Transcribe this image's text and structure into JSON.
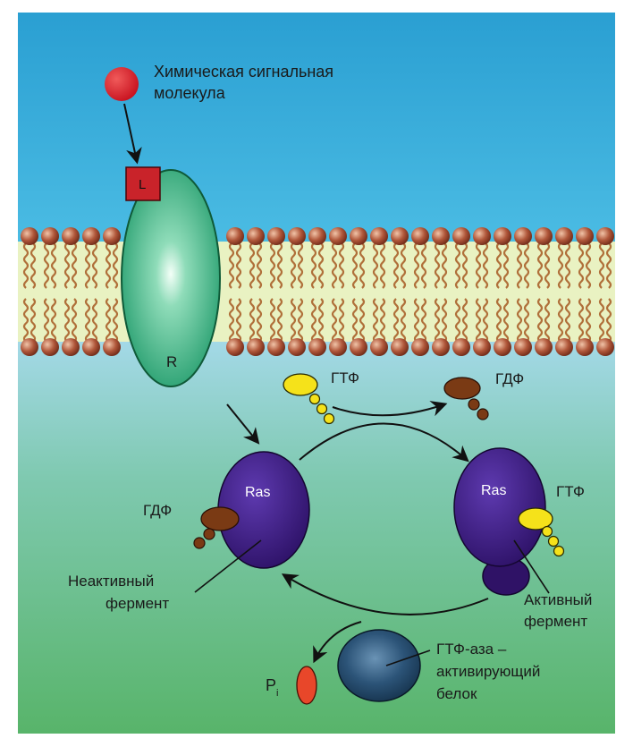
{
  "labels": {
    "signal_line1": "Химическая сигнальная",
    "signal_line2": "молекула",
    "ligand": "L",
    "receptor": "R",
    "gtp_top": "ГТФ",
    "gdp_top": "ГДФ",
    "ras_left": "Ras",
    "ras_right": "Ras",
    "gdp_left": "ГДФ",
    "gtp_right": "ГТФ",
    "inactive_line1": "Неактивный",
    "inactive_line2": "фермент",
    "active_line1": "Активный",
    "active_line2": "фермент",
    "gap_line1": "ГТФ-аза –",
    "gap_line2": "активирующий",
    "gap_line3": "белок",
    "pi_main": "P",
    "pi_sub": "i"
  },
  "colors": {
    "sky_top": "#2a9fd2",
    "sky_bottom": "#55c2e6",
    "cyto_top": "#a9dbe6",
    "cyto_bottom": "#56b66c",
    "signal_molecule": "#d7262f",
    "ligand_box": "#c9232a",
    "receptor": "#2aa878",
    "ras": "#3b1a78",
    "gtp": "#f5e21a",
    "gdp": "#7a3a14",
    "gap_protein": "#1f4a6e",
    "phosphate": "#e8472a",
    "lipid_head": "#a04a2a",
    "lipid_tail": "#b0703a"
  }
}
